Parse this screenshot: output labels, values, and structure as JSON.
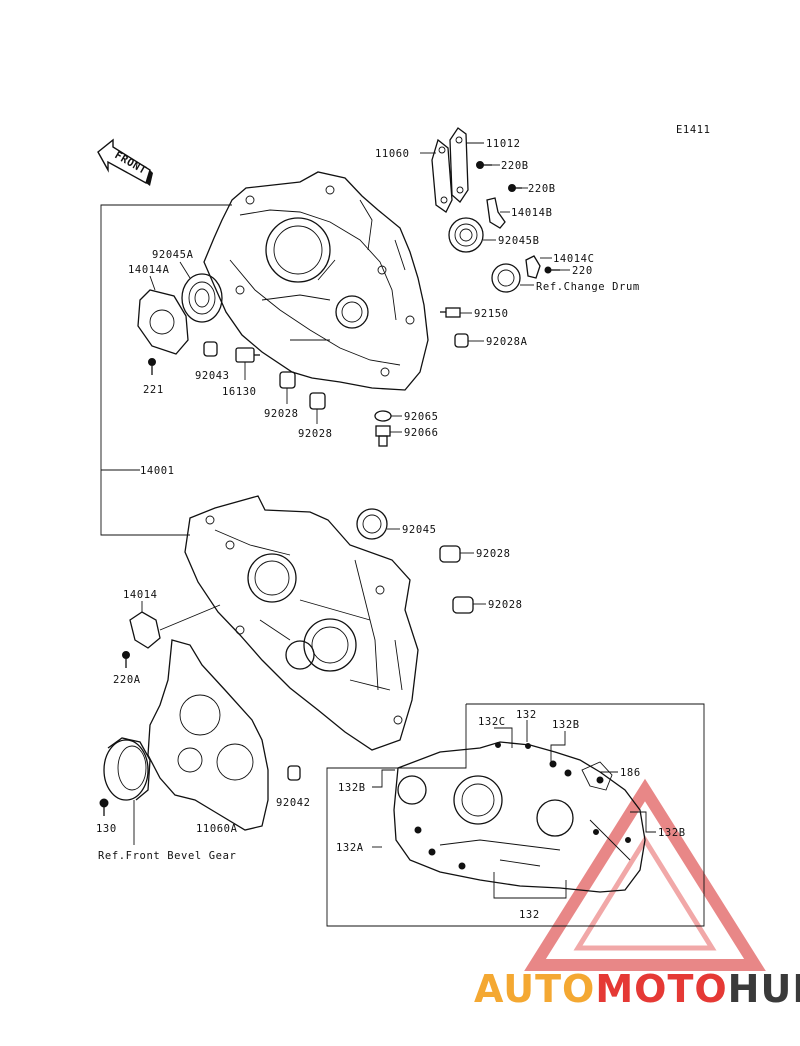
{
  "diagram": {
    "code": "E1411",
    "front_arrow": "FRONT",
    "labels": {
      "p11060": "11060",
      "p11012": "11012",
      "p220B_1": "220B",
      "p220B_2": "220B",
      "p14014B": "14014B",
      "p92045B": "92045B",
      "p14014C": "14014C",
      "p220": "220",
      "ref_change_drum": "Ref.Change Drum",
      "p92150": "92150",
      "p92028A": "92028A",
      "p92045A": "92045A",
      "p14014A": "14014A",
      "p221": "221",
      "p92043": "92043",
      "p16130": "16130",
      "p92028_1": "92028",
      "p92028_2": "92028",
      "p92065": "92065",
      "p92066": "92066",
      "p14001": "14001",
      "p92045": "92045",
      "p92028_3": "92028",
      "p92028_4": "92028",
      "p14014": "14014",
      "p220A": "220A",
      "p130": "130",
      "p11060A": "11060A",
      "p92042": "92042",
      "ref_front_bevel": "Ref.Front Bevel Gear",
      "p132_top": "132",
      "p132C": "132C",
      "p132B_top": "132B",
      "p186": "186",
      "p132B_left": "132B",
      "p132A": "132A",
      "p132B_right": "132B",
      "p132_bottom": "132"
    }
  },
  "watermark": {
    "part1": "AUTO",
    "part2": "MOTO",
    "part3": "HUB",
    "color_light": "#f4a832",
    "color_red": "#e53935",
    "color_dark": "#3a3a3a"
  }
}
